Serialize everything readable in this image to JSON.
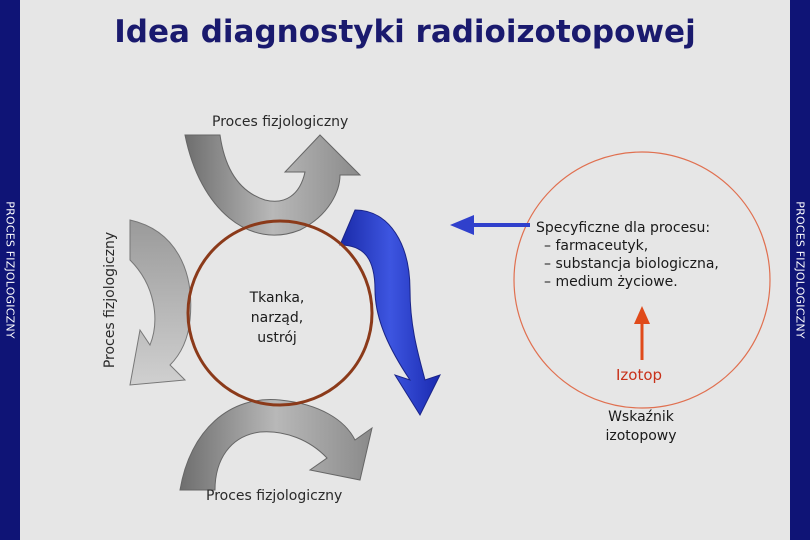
{
  "slide": {
    "title": "Idea diagnostyki radioizotopowej",
    "side_label_left": "PROCES FIZJOLOGICZNY",
    "side_label_right": "PROCES FIZJOLOGICZNY"
  },
  "diagram": {
    "process_top": "Proces fizjologiczny",
    "process_left": "Proces fizjologiczny",
    "process_bottom": "Proces fizjologiczny",
    "center_lines": [
      "Tkanka,",
      "narząd,",
      "ustrój"
    ],
    "specific_title": "Specyficzne dla procesu:",
    "specific_items": [
      "– farmaceutyk,",
      "– substancja biologiczna,",
      "– medium życiowe."
    ],
    "isotope_label": "Izotop",
    "indicator_lines": [
      "Wskaźnik",
      "izotopowy"
    ]
  },
  "colors": {
    "background": "#e6e6e6",
    "side_bar": "#0f1476",
    "title": "#1a1a6e",
    "gray_arrow": "#8c8c8c",
    "blue_arrow": "#2233cc",
    "center_circle": "#8b3a1a",
    "indicator_circle": "#e07050",
    "isotope_arrow": "#e04a1a"
  }
}
